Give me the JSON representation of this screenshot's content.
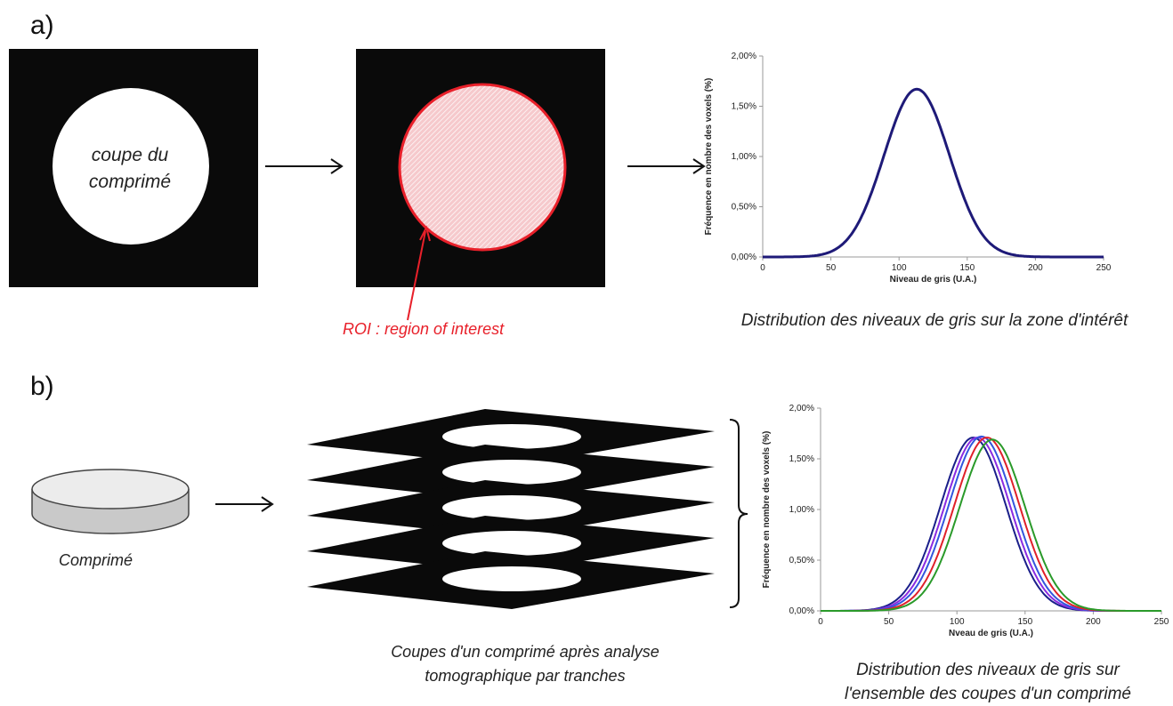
{
  "panels": {
    "a": {
      "label": "a)",
      "slice_text_line1": "coupe du",
      "slice_text_line2": "comprimé",
      "roi_label": "ROI : region of interest",
      "chart_caption": "Distribution des niveaux de gris sur la zone d'intérêt",
      "colors": {
        "roi": "#e8202a",
        "roi_fill": "#f6c9cc",
        "background": "#0a0a0a",
        "curve": "#1e1a78"
      }
    },
    "b": {
      "label": "b)",
      "tablet_label": "Comprimé",
      "slices_caption_line1": "Coupes d'un comprimé après analyse",
      "slices_caption_line2": "tomographique par tranches",
      "chart_caption_line1": "Distribution des niveaux de gris sur",
      "chart_caption_line2": "l'ensemble des coupes d'un comprimé",
      "colors": {
        "tablet_top": "#ececec",
        "tablet_side": "#c9c9c9"
      }
    }
  },
  "chart_data": [
    {
      "type": "line",
      "xlabel": "Niveau de gris (U.A.)",
      "ylabel": "Fréquence en nombre des voxels (%)",
      "xlim": [
        0,
        250
      ],
      "ylim": [
        0,
        2.0
      ],
      "x_ticks": [
        "0",
        "50",
        "100",
        "150",
        "200",
        "250"
      ],
      "y_ticks": [
        "0,00%",
        "0,50%",
        "1,00%",
        "1,50%",
        "2,00%"
      ],
      "series": [
        {
          "color": "#1e1a78",
          "mean": 113,
          "sd": 24,
          "peak": 1.67
        }
      ]
    },
    {
      "type": "line",
      "xlabel": "Nveau de gris (U.A.)",
      "ylabel": "Fréquence en nombre des voxels (%)",
      "xlim": [
        0,
        250
      ],
      "ylim": [
        0,
        2.0
      ],
      "x_ticks": [
        "0",
        "50",
        "100",
        "150",
        "200",
        "250"
      ],
      "y_ticks": [
        "0,00%",
        "0,50%",
        "1,00%",
        "1,50%",
        "2,00%"
      ],
      "series": [
        {
          "color": "#1a1f8a",
          "mean": 112,
          "sd": 24,
          "peak": 1.71
        },
        {
          "color": "#8a2be2",
          "mean": 115,
          "sd": 24,
          "peak": 1.71
        },
        {
          "color": "#3355dd",
          "mean": 118,
          "sd": 24,
          "peak": 1.72
        },
        {
          "color": "#e0202a",
          "mean": 122,
          "sd": 24,
          "peak": 1.71
        },
        {
          "color": "#2a9a2a",
          "mean": 126,
          "sd": 24,
          "peak": 1.69
        }
      ]
    }
  ]
}
